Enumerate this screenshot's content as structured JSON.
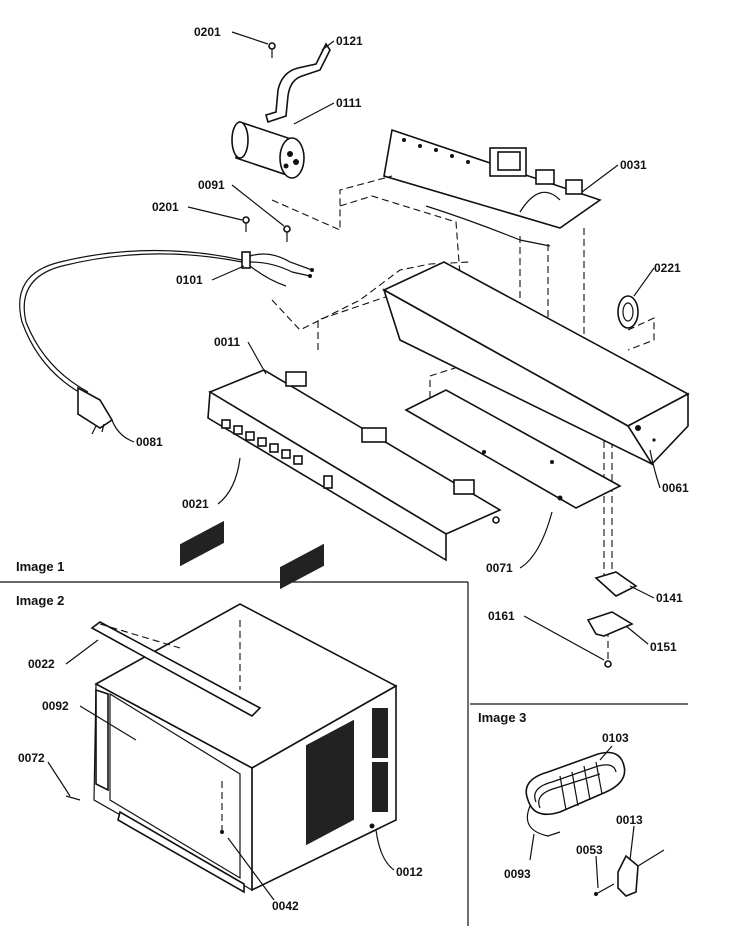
{
  "sections": {
    "image1": "Image 1",
    "image2": "Image 2",
    "image3": "Image 3"
  },
  "parts": {
    "p0201a": "0201",
    "p0121": "0121",
    "p0111": "0111",
    "p0091": "0091",
    "p0201b": "0201",
    "p0101": "0101",
    "p0031": "0031",
    "p0221": "0221",
    "p0011": "0011",
    "p0081": "0081",
    "p0021": "0021",
    "p0061": "0061",
    "p0071": "0071",
    "p0141": "0141",
    "p0161": "0161",
    "p0151": "0151",
    "p0022": "0022",
    "p0092": "0092",
    "p0072": "0072",
    "p0042": "0042",
    "p0012": "0012",
    "p0103": "0103",
    "p0013": "0013",
    "p0053": "0053",
    "p0093": "0093"
  }
}
